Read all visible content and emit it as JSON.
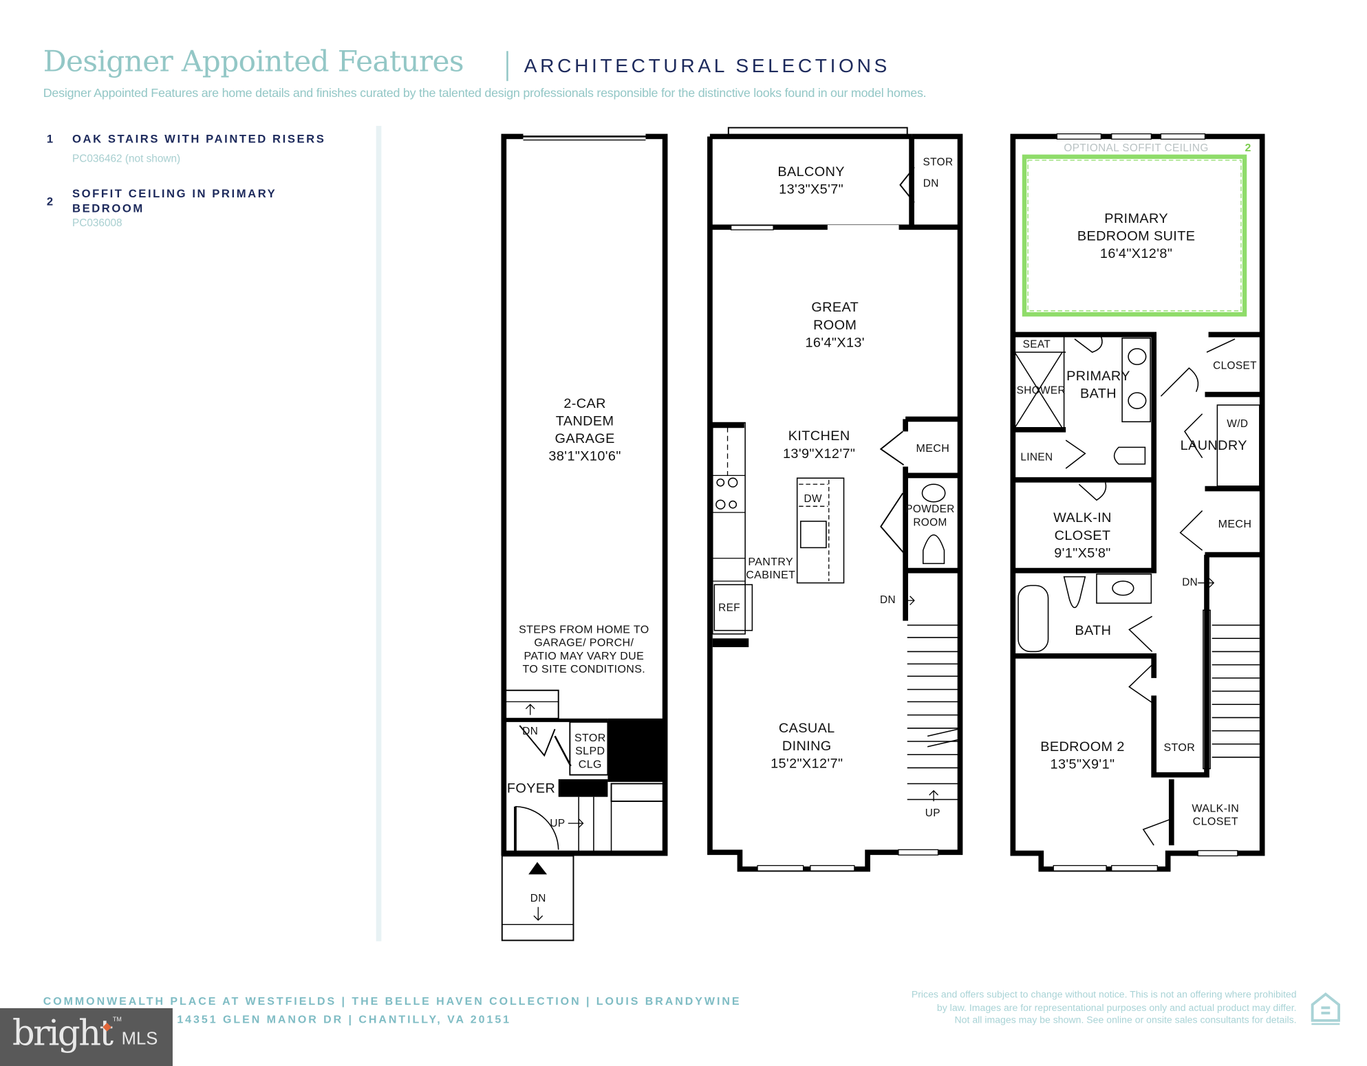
{
  "header": {
    "title": "Designer Appointed Features",
    "subtitle": "ARCHITECTURAL SELECTIONS",
    "intro": "Designer Appointed Features are home details and finishes curated by the talented design professionals responsible for the distinctive looks found in our model homes."
  },
  "features": [
    {
      "number": "1",
      "name": "OAK STAIRS WITH PAINTED RISERS",
      "code": "PC036462 (not shown)"
    },
    {
      "number": "2",
      "name": "SOFFIT CEILING IN PRIMARY BEDROOM",
      "code": "PC036008"
    }
  ],
  "plans": {
    "lower": {
      "garage": [
        "2-CAR",
        "TANDEM",
        "GARAGE",
        "38'1\"X10'6\""
      ],
      "note": [
        "STEPS FROM HOME TO",
        "GARAGE/ PORCH/",
        "PATIO MAY VARY DUE",
        "TO SITE CONDITIONS."
      ],
      "stor": [
        "STOR",
        "SLPD",
        "CLG"
      ],
      "foyer": "FOYER",
      "dn": "DN",
      "up": "UP",
      "stoop_dn": "DN"
    },
    "main": {
      "balcony": [
        "BALCONY",
        "13'3\"X5'7\""
      ],
      "stor": "STOR",
      "balcony_dn": "DN",
      "great_room": [
        "GREAT",
        "ROOM",
        "16'4\"X13'"
      ],
      "kitchen": [
        "KITCHEN",
        "13'9\"X12'7\""
      ],
      "mech": "MECH",
      "powder": [
        "POWDER",
        "ROOM"
      ],
      "dw": "DW",
      "pantry": [
        "PANTRY",
        "CABINET"
      ],
      "ref": "REF",
      "dn": "DN",
      "up": "UP",
      "dining": [
        "CASUAL",
        "DINING",
        "15'2\"X12'7\""
      ]
    },
    "upper": {
      "soffit_label": "OPTIONAL SOFFIT CEILING",
      "soffit_marker": "2",
      "primary": [
        "PRIMARY",
        "BEDROOM SUITE",
        "16'4\"X12'8\""
      ],
      "seat": "SEAT",
      "shower": "SHOWER",
      "primary_bath": [
        "PRIMARY",
        "BATH"
      ],
      "closet": "CLOSET",
      "wd": "W/D",
      "laundry": "LAUNDRY",
      "linen": "LINEN",
      "walkin": [
        "WALK-IN",
        "CLOSET",
        "9'1\"X5'8\""
      ],
      "mech": "MECH",
      "dn": "DN",
      "bath": "BATH",
      "bedroom2": [
        "BEDROOM 2",
        "13'5\"X9'1\""
      ],
      "stor": "STOR",
      "walkin2": [
        "WALK-IN",
        "CLOSET"
      ]
    }
  },
  "footer": {
    "line1": "COMMONWEALTH PLACE AT WESTFIELDS  |  THE BELLE HAVEN COLLECTION  |  LOUIS BRANDYWINE",
    "line2": "14351 GLEN MANOR DR  |  CHANTILLY, VA 20151",
    "disclaimer": [
      "Prices and offers subject to change without notice. This is not an offering where prohibited",
      "by law. Images are for representational purposes only and actual product may differ.",
      "Not all images may be shown. See online or onsite sales consultants for details."
    ],
    "logo": "bright MLS",
    "equal_housing_icon": "equal-housing-opportunity-icon"
  },
  "colors": {
    "teal": "#93c7c6",
    "navy": "#1d2a5c",
    "soffit_green": "#8fdc6a",
    "logo_bg": "#595959"
  }
}
